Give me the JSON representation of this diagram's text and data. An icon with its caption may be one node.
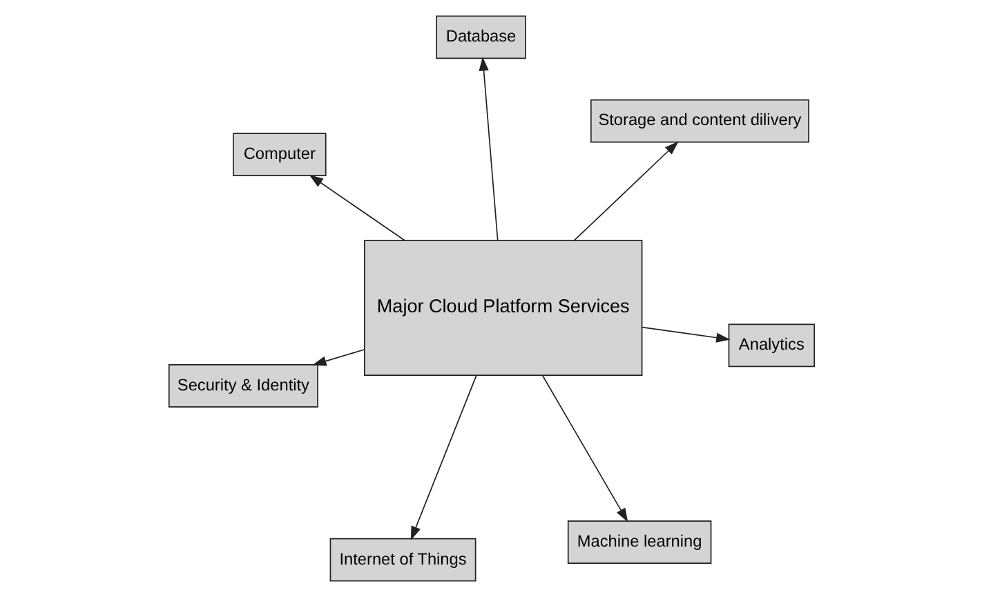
{
  "diagram": {
    "nodes": [
      {
        "text": [
          "Security & Identity"
        ]
      },
      {
        "text": [
          "Analytics"
        ]
      },
      {
        "text": [
          "Major Cloud Platform Services"
        ]
      },
      {
        "text": [
          "Database"
        ]
      },
      {
        "text": [
          "Storage and content dilivery"
        ]
      },
      {
        "text": [
          "Computer"
        ]
      },
      {
        "text": [
          "Internet of Things"
        ]
      },
      {
        "text": [
          "Machine learning"
        ]
      }
    ],
    "edges": [
      {
        "from": 2,
        "to": 0,
        "arrow": "to"
      },
      {
        "from": 2,
        "to": 1,
        "arrow": "to"
      },
      {
        "from": 2,
        "to": 3,
        "arrow": "to"
      },
      {
        "from": 2,
        "to": 4,
        "arrow": "to"
      },
      {
        "from": 2,
        "to": 5,
        "arrow": "to"
      },
      {
        "from": 2,
        "to": 6,
        "arrow": "to"
      },
      {
        "from": 2,
        "to": 7,
        "arrow": "to"
      }
    ]
  }
}
